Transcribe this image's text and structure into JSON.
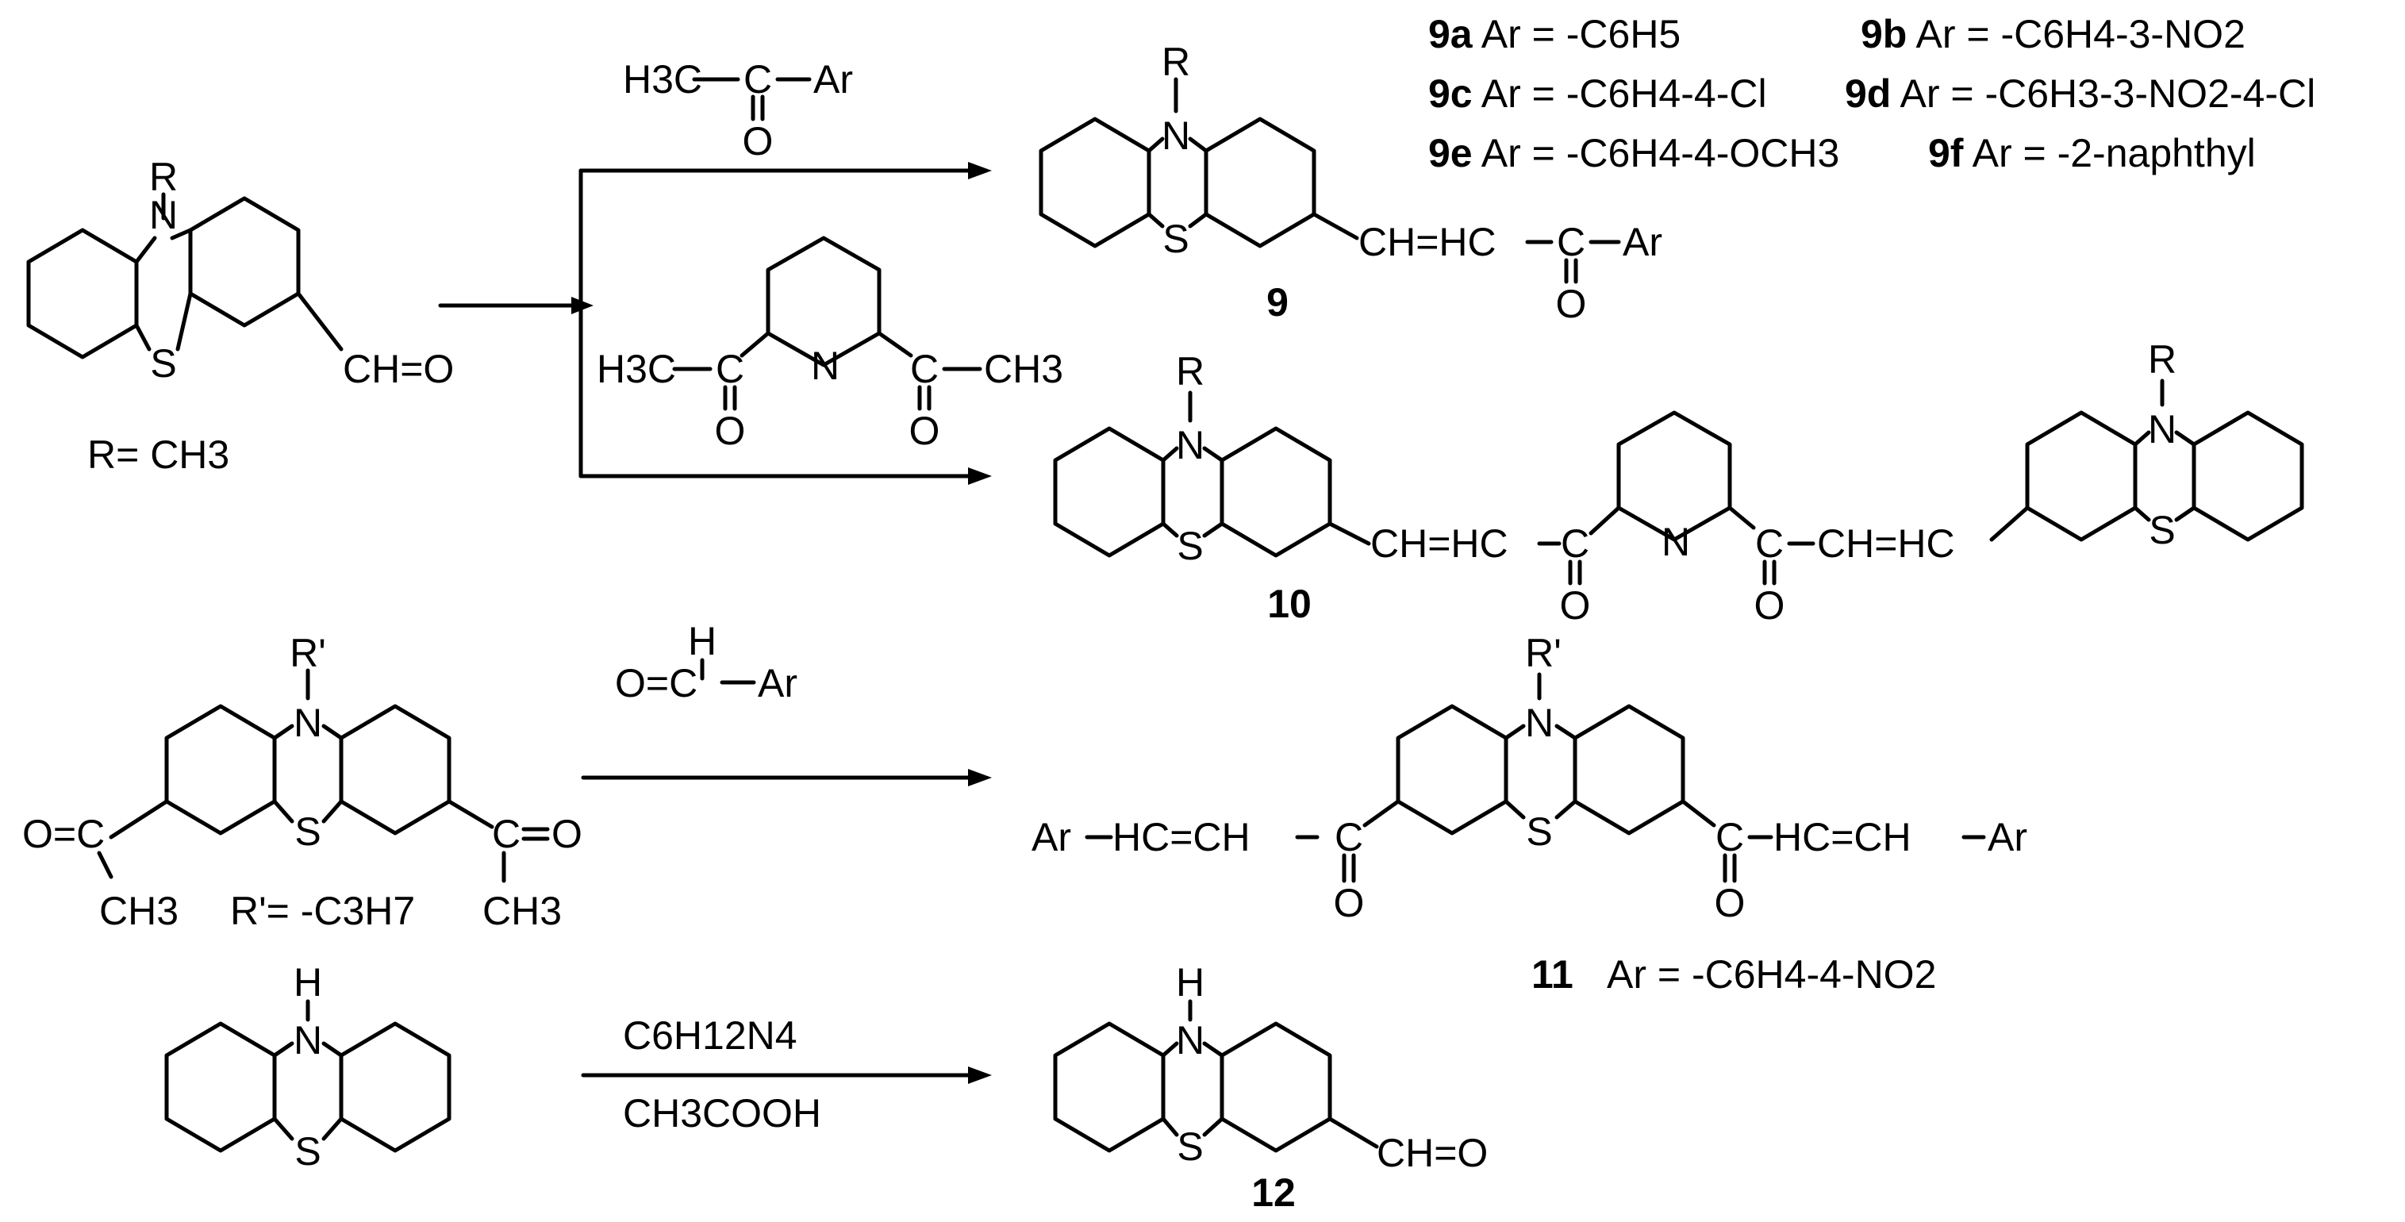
{
  "colors": {
    "ink": "#000000",
    "background": "#ffffff"
  },
  "labels": {
    "N": "N",
    "S": "S",
    "R": "R",
    "Rp": "R'",
    "H": "H",
    "O": "O",
    "CHO": "CH=O",
    "C": "C",
    "Ar": "Ar",
    "H3C": "H3C",
    "CH3": "CH3",
    "CH_HC": "CH=HC",
    "HC_CH": "HC=CH",
    "CH_eq_HC": "CH=HC",
    "OeqC": "O=C",
    "r_def": "R= CH3",
    "rp_def": "R'= -C3H7",
    "cpd9": "9",
    "cpd10": "10",
    "cpd11": "11",
    "cpd12": "12",
    "cpd11_ar": "Ar = -C6H4-4-NO2",
    "reagent_hmta": "C6H12N4",
    "reagent_acoh": "CH3COOH"
  },
  "variants": [
    {
      "id": "9a",
      "text": "Ar = -C6H5"
    },
    {
      "id": "9b",
      "text": "Ar = -C6H4-3-NO2"
    },
    {
      "id": "9c",
      "text": "Ar = -C6H4-4-Cl"
    },
    {
      "id": "9d",
      "text": "Ar = -C6H3-3-NO2-4-Cl"
    },
    {
      "id": "9e",
      "text": "Ar = -C6H4-4-OCH3"
    },
    {
      "id": "9f",
      "text": "Ar = -2-naphthyl"
    }
  ]
}
